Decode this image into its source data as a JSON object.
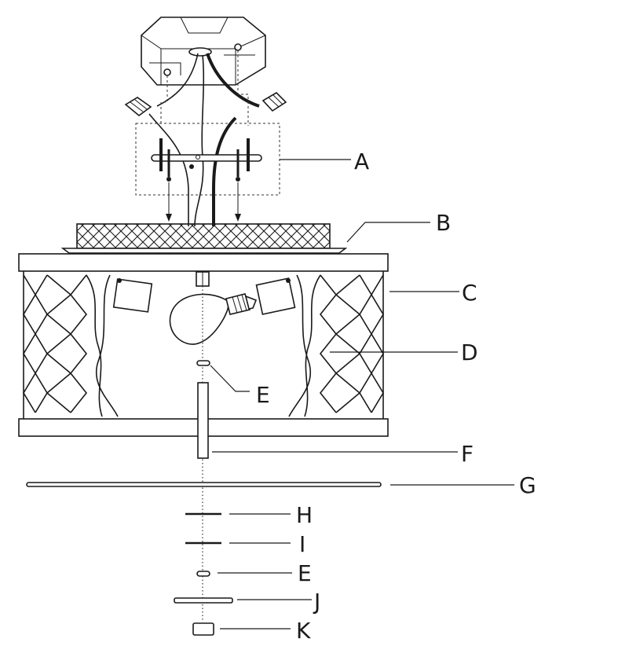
{
  "callouts": {
    "A": "A",
    "B": "B",
    "C": "C",
    "D": "D",
    "E1": "E",
    "F": "F",
    "G": "G",
    "H": "H",
    "I": "I",
    "E2": "E",
    "J": "J",
    "K": "K"
  },
  "colors": {
    "line": "#1a1a1a",
    "background": "#ffffff"
  }
}
